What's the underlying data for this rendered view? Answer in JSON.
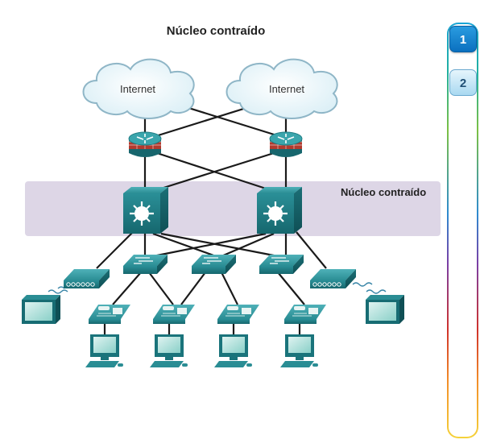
{
  "diagram": {
    "title": "Núcleo contraído",
    "core_label": "Núcleo contraído",
    "clouds": [
      {
        "label": "Internet"
      },
      {
        "label": "Internet"
      }
    ]
  },
  "colors": {
    "core_band": "#ddd6e6",
    "link": "#1a1a1a",
    "device_teal": "#1e7f86",
    "cloud_stroke": "#8fb6c7"
  },
  "nav": {
    "buttons": [
      {
        "label": "1",
        "active": true
      },
      {
        "label": "2",
        "active": false
      }
    ]
  }
}
